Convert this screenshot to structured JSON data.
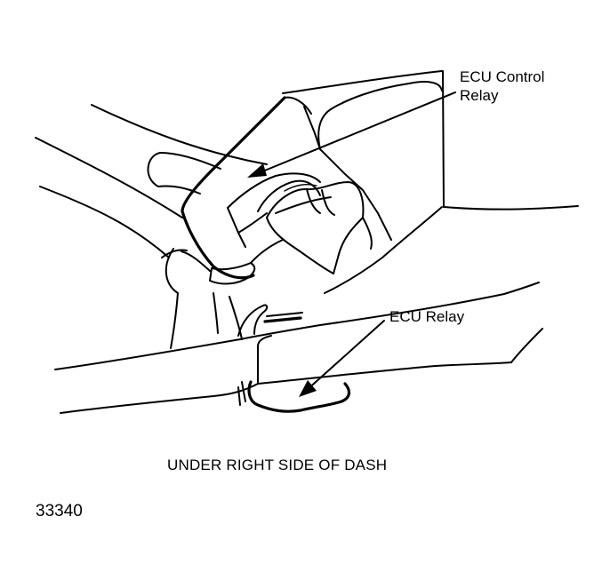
{
  "callouts": {
    "ecu_control_relay": "ECU Control\nRelay",
    "ecu_relay": "ECU Relay"
  },
  "caption": "UNDER RIGHT SIDE OF DASH",
  "figure_number": "33340",
  "colors": {
    "line": "#000000",
    "background": "#ffffff"
  }
}
